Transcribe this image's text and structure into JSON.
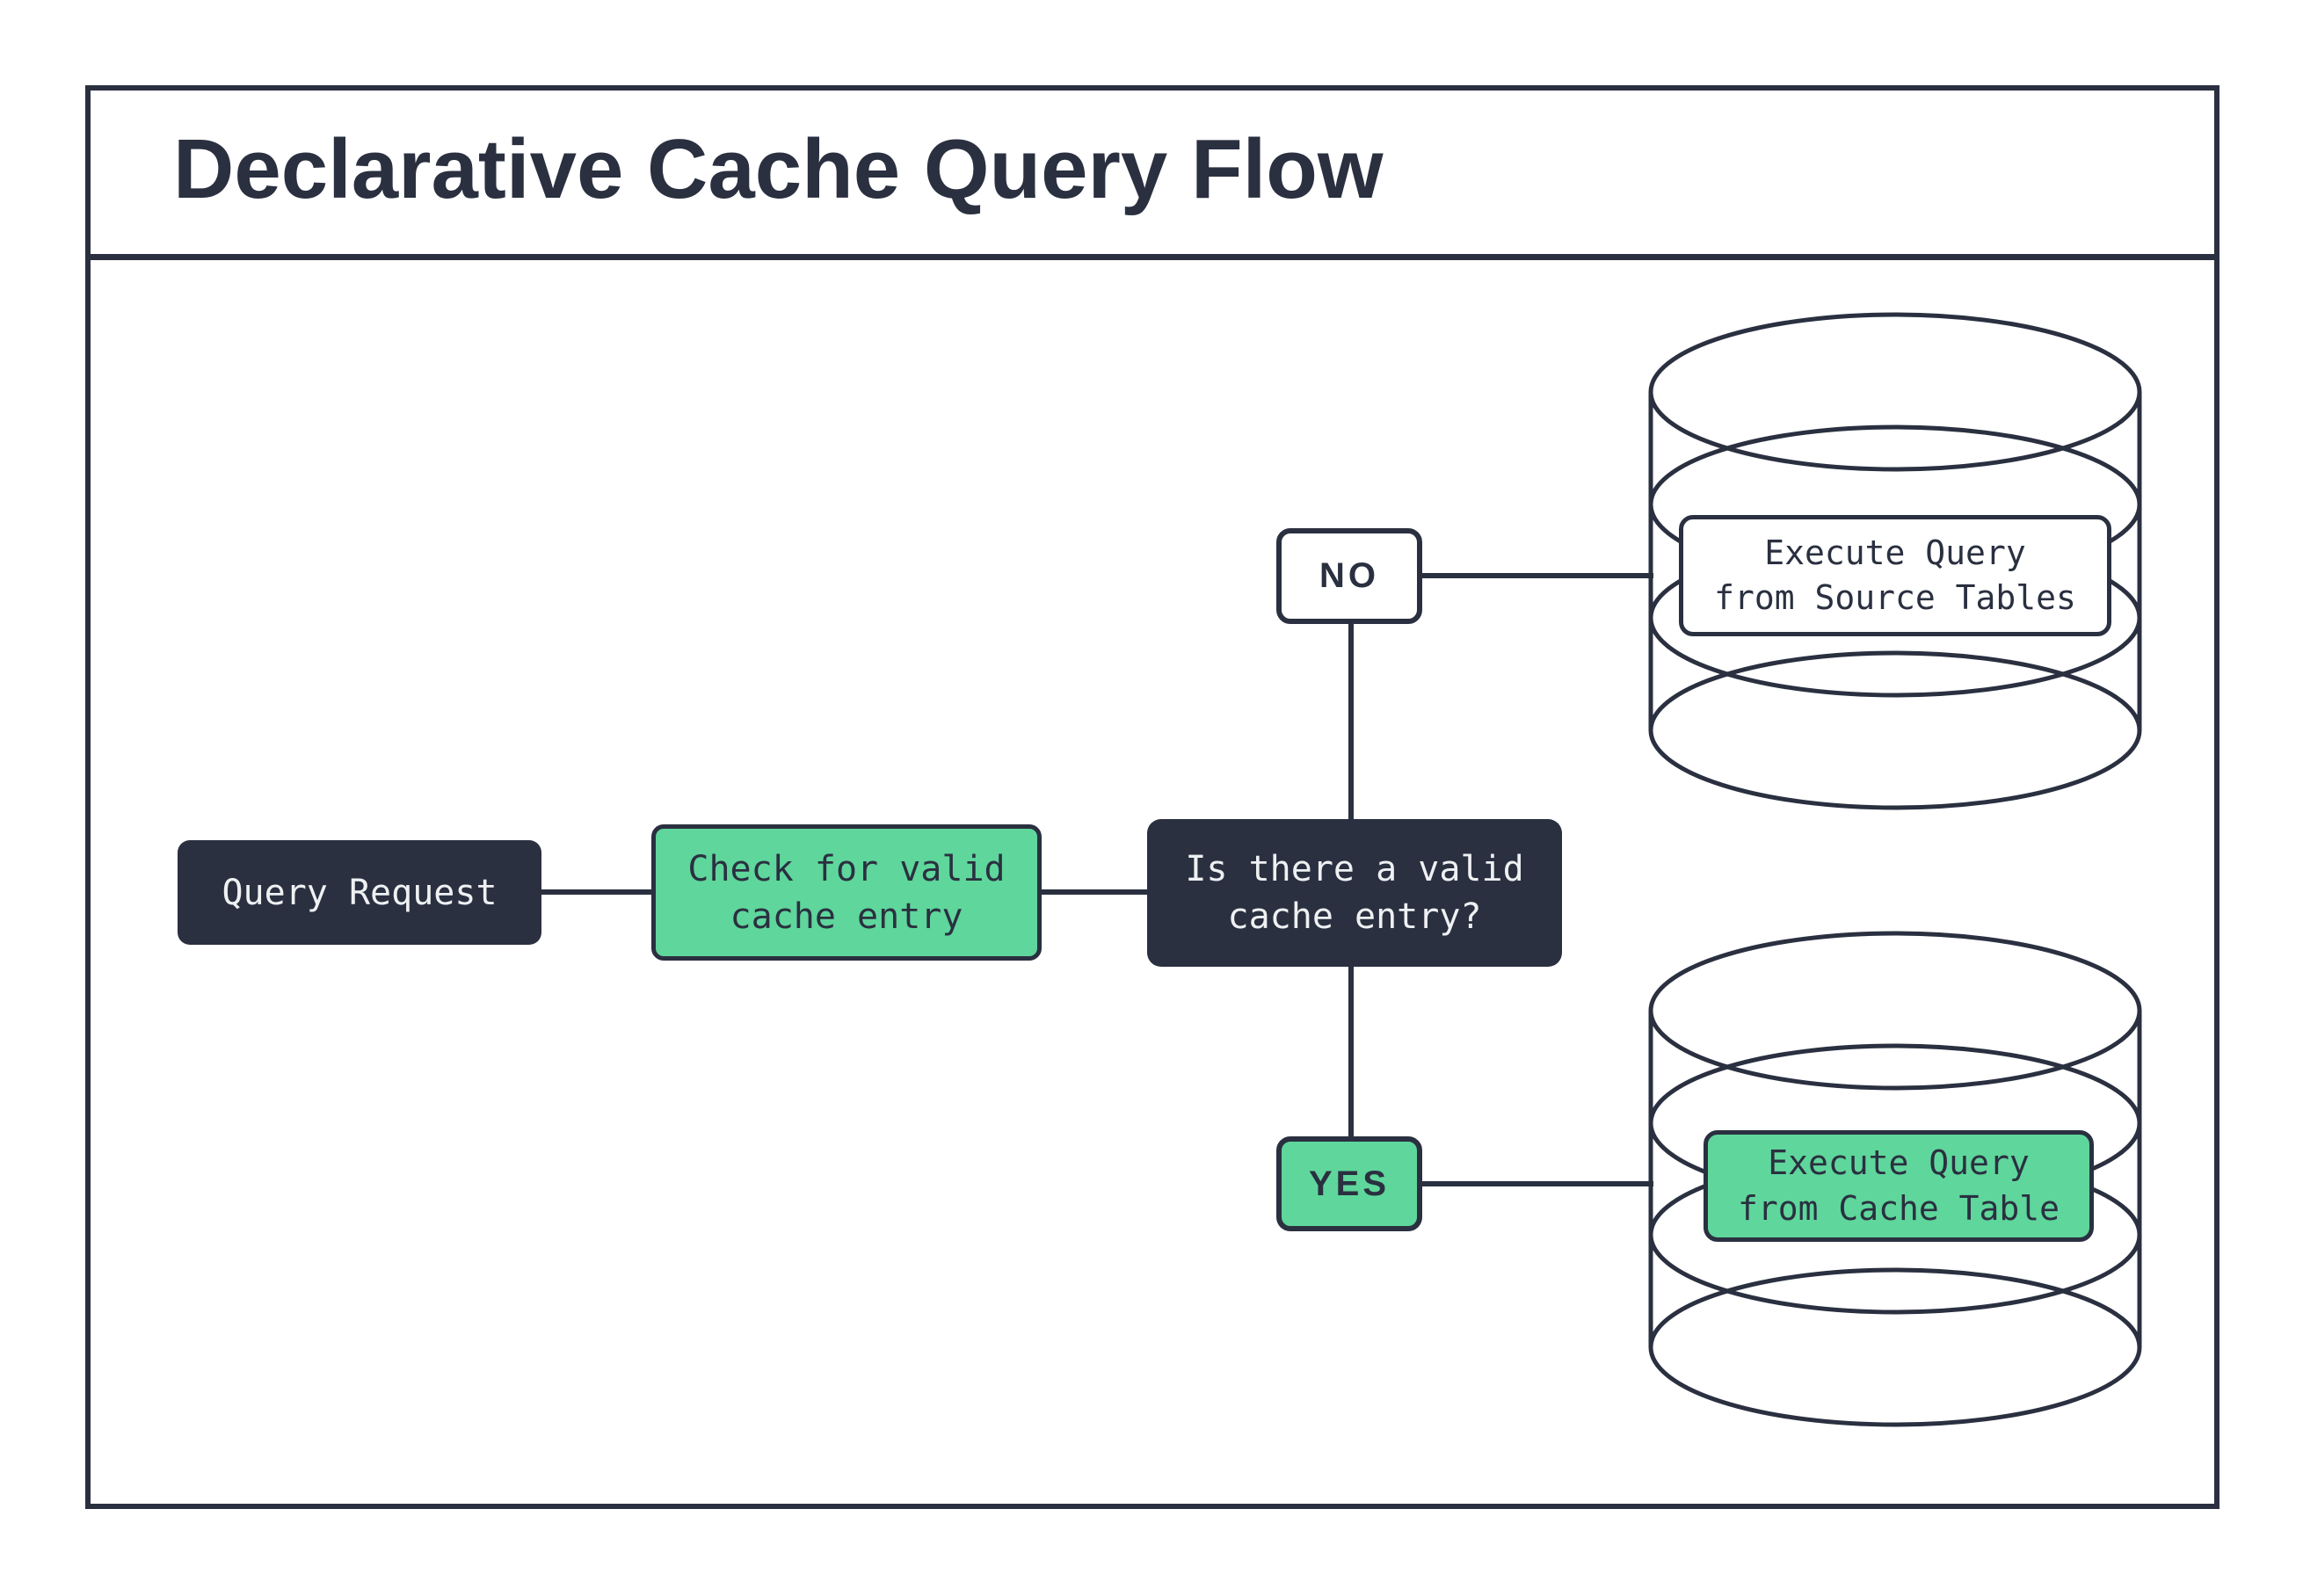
{
  "title": "Declarative Cache Query Flow",
  "colors": {
    "dark_navy": "#2a3040",
    "green": "#5fd69b",
    "white": "#ffffff",
    "light_text": "#eef0f2"
  },
  "nodes": {
    "query_request": {
      "label": "Query Request"
    },
    "check_cache": {
      "label": "Check for valid\ncache entry"
    },
    "cache_question": {
      "label": "Is there a valid\ncache entry?"
    },
    "no_branch": {
      "label": "NO"
    },
    "yes_branch": {
      "label": "YES"
    },
    "execute_source": {
      "label": "Execute Query\nfrom Source Tables"
    },
    "execute_cache": {
      "label": "Execute Query\nfrom Cache Table"
    }
  }
}
